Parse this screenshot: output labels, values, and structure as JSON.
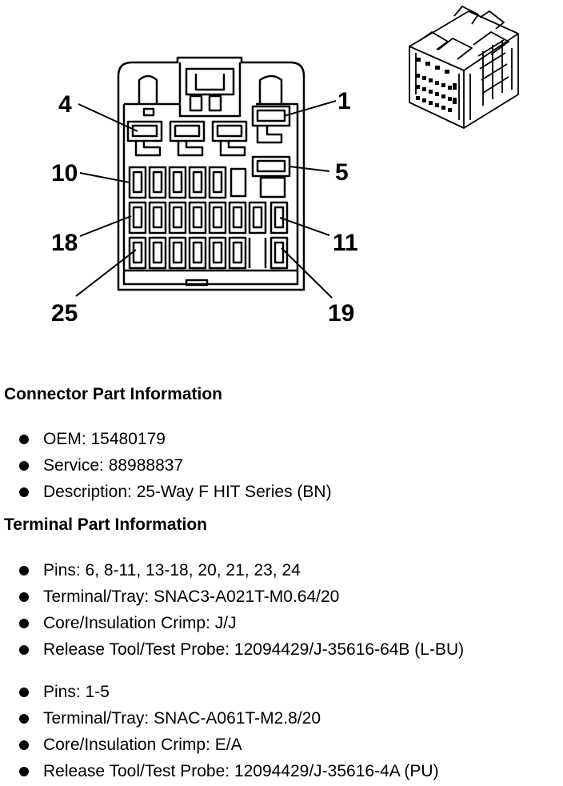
{
  "diagram": {
    "pin_labels": {
      "p4": "4",
      "p1": "1",
      "p10": "10",
      "p5": "5",
      "p18": "18",
      "p11": "11",
      "p25": "25",
      "p19": "19"
    }
  },
  "connector_section": {
    "heading": "Connector Part Information",
    "items": [
      "OEM: 15480179",
      "Service: 88988837",
      "Description: 25-Way F HIT Series (BN)"
    ]
  },
  "terminal_section": {
    "heading": "Terminal Part Information",
    "group1": [
      "Pins: 6, 8-11, 13-18, 20, 21, 23, 24",
      "Terminal/Tray: SNAC3-A021T-M0.64/20",
      "Core/Insulation Crimp: J/J",
      "Release Tool/Test Probe: 12094429/J-35616-64B (L-BU)"
    ],
    "group2": [
      "Pins: 1-5",
      "Terminal/Tray: SNAC-A061T-M2.8/20",
      "Core/Insulation Crimp: E/A",
      "Release Tool/Test Probe: 12094429/J-35616-4A (PU)"
    ]
  }
}
